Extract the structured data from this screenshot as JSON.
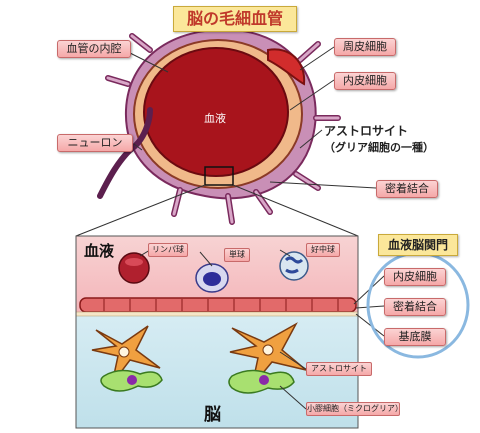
{
  "title": "脳の毛細血管",
  "labels": {
    "lumen": "血管の内腔",
    "pericyte": "周皮細胞",
    "endothelial": "内皮細胞",
    "astrocyte": "アストロサイト",
    "astrocyte_note": "（グリア細胞の一種）",
    "neuron": "ニューロン",
    "tight_junction": "密着結合",
    "blood_in_vessel": "血液"
  },
  "bbb": {
    "title": "血液脳関門",
    "items": [
      "内皮細胞",
      "密着結合",
      "基底膜"
    ]
  },
  "inset": {
    "blood": "血液",
    "brain": "脳",
    "cells": {
      "lymphocyte": "リンパ球",
      "monocyte": "単球",
      "neutrophil": "好中球",
      "astrocyte": "アストロサイト",
      "microglia": "小膠細胞（ミクログリア）"
    }
  }
}
